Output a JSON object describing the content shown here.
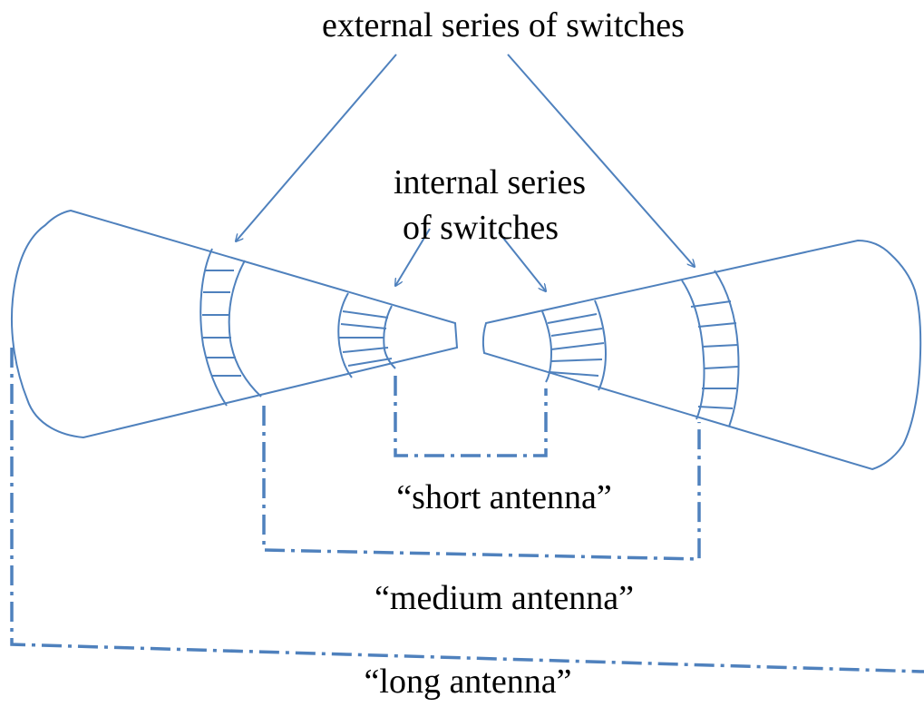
{
  "labels": {
    "external": "external series of switches",
    "internal_line1": "internal series",
    "internal_line2": "of switches",
    "short": "“short antenna”",
    "medium": "“medium  antenna”",
    "long": "“long  antenna”"
  },
  "colors": {
    "stroke": "#4f81bd",
    "text": "#000000",
    "background": "#ffffff"
  }
}
